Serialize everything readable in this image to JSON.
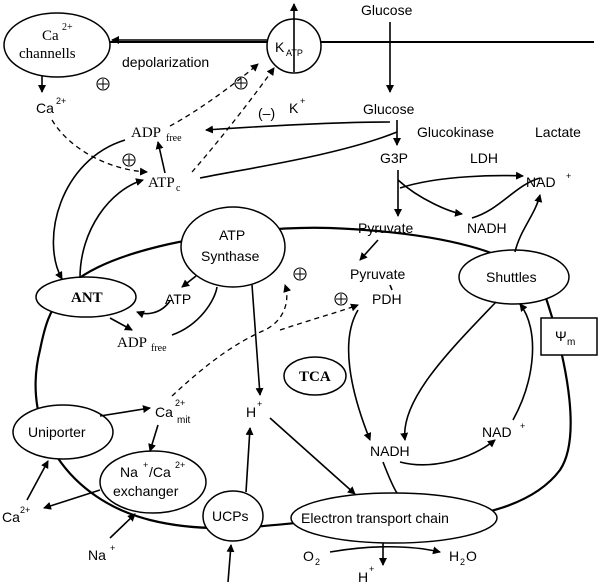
{
  "labels": {
    "glucose_top": "Glucose",
    "glucose": "Glucose",
    "g3p": "G3P",
    "glucokinase": "Glucokinase",
    "lactate": "Lactate",
    "ldh": "LDH",
    "nad_plus_cyto": "NAD",
    "nadh_cyto": "NADH",
    "pyruvate_cyto": "Pyruvate",
    "pyruvate_mito": "Pyruvate",
    "pdh": "PDH",
    "tca": "TCA",
    "nadh_mito": "NADH",
    "nad_plus_mito": "NAD",
    "h_plus_mito": "H",
    "h_plus_out": "H",
    "o2": "O",
    "h2o": "H",
    "h2o_tail": "O",
    "adp_free_cyto": "ADP",
    "adp_free_sub": "free",
    "atp_c": "ATP",
    "atp_c_sub": "c",
    "atp_mito": "ATP",
    "adp_free_mito": "ADP",
    "adp_free_mito_sub": "free",
    "ca_cyto": "Ca",
    "ca_out": "Ca",
    "ca_mit": "Ca",
    "ca_mit_sub": "mit",
    "k_plus": "K",
    "na_plus": "Na",
    "depolarization": "depolarization",
    "minus": "(–)",
    "psi": "Ψ",
    "psi_sub": "m",
    "plus_sign": "+",
    "two_plus": "2+",
    "two": "2",
    "plus_symbol": "⊕"
  },
  "nodes": {
    "ca_channels_line1": "Ca",
    "ca_channels_line2": "channells",
    "katp": "K",
    "katp_sub": "ATP",
    "atp_synthase_line1": "ATP",
    "atp_synthase_line2": "Synthase",
    "ant": "ANT",
    "shuttles": "Shuttles",
    "uniporter": "Uniporter",
    "exchanger_line1": "Na",
    "exchanger_line1b": "/Ca",
    "exchanger_line2": "exchanger",
    "ucps": "UCPs",
    "etc": "Electron transport chain"
  }
}
